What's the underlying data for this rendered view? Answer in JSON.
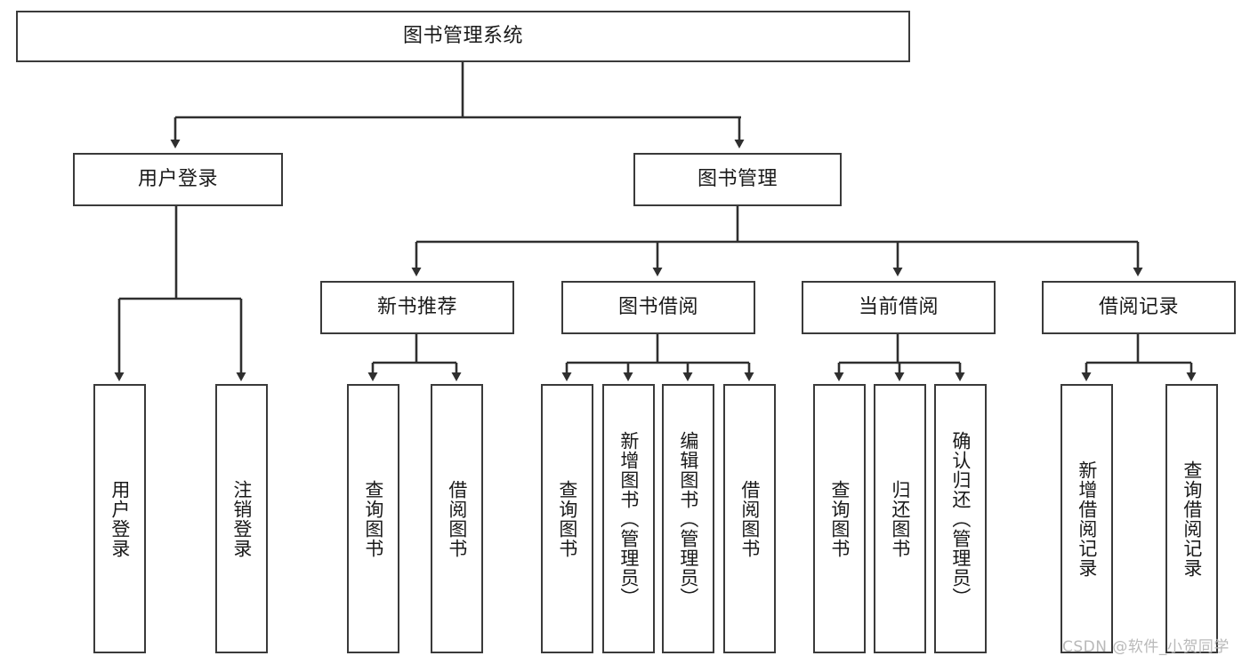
{
  "diagram": {
    "title": "图书管理系统",
    "type": "tree-hierarchy-diagram",
    "colors": {
      "box_border": "#3a3a3a",
      "box_fill": "#ffffff",
      "connector": "#2f2f2f",
      "text": "#1a1a1a",
      "watermark": "#b9b9b9",
      "background": "#ffffff"
    },
    "root": {
      "label": "图书管理系统"
    },
    "level2": [
      {
        "label": "用户登录"
      },
      {
        "label": "图书管理"
      }
    ],
    "level3": [
      {
        "label": "新书推荐"
      },
      {
        "label": "图书借阅"
      },
      {
        "label": "当前借阅"
      },
      {
        "label": "借阅记录"
      }
    ],
    "leaves": {
      "user_login": [
        {
          "label": "用户登录"
        },
        {
          "label": "注销登录"
        }
      ],
      "new_book_recommend": [
        {
          "label": "查询图书"
        },
        {
          "label": "借阅图书"
        }
      ],
      "book_borrow": [
        {
          "label": "查询图书"
        },
        {
          "label": "新增图书（管理员）"
        },
        {
          "label": "编辑图书（管理员）"
        },
        {
          "label": "借阅图书"
        }
      ],
      "current_borrow": [
        {
          "label": "查询图书"
        },
        {
          "label": "归还图书"
        },
        {
          "label": "确认归还（管理员）"
        }
      ],
      "borrow_record": [
        {
          "label": "新增借阅记录"
        },
        {
          "label": "查询借阅记录"
        }
      ]
    }
  },
  "watermark": {
    "text": "CSDN @软件_小贺同学"
  }
}
